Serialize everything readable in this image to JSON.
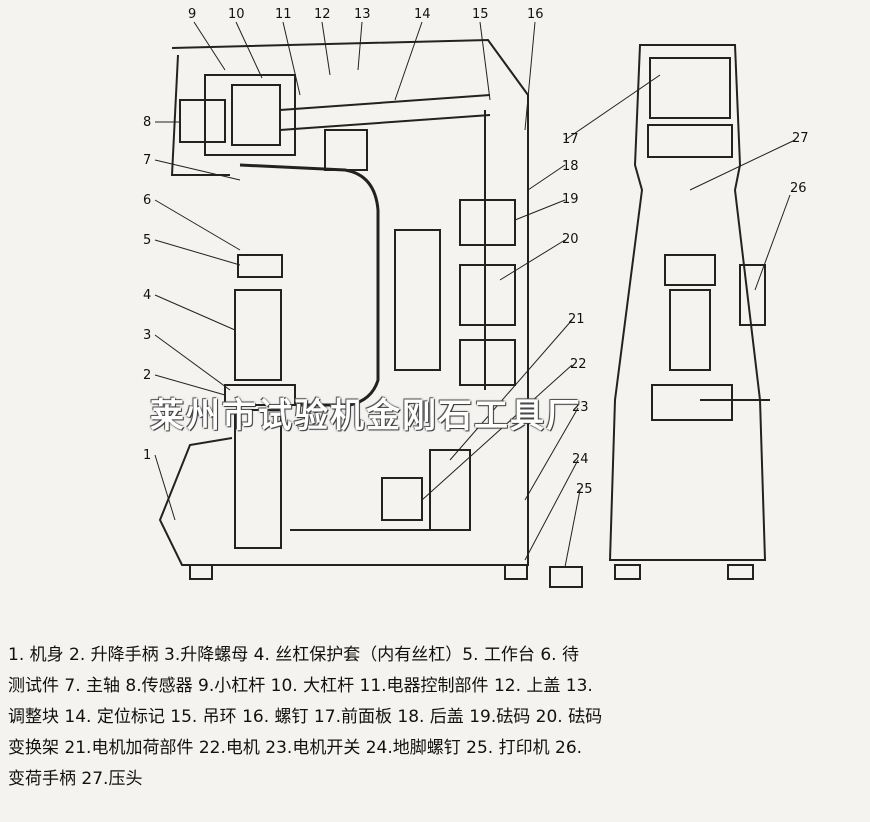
{
  "callouts": [
    "9",
    "10",
    "11",
    "12",
    "13",
    "14",
    "15",
    "16",
    "8",
    "7",
    "6",
    "5",
    "4",
    "3",
    "2",
    "1",
    "17",
    "18",
    "19",
    "20",
    "21",
    "22",
    "23",
    "24",
    "25",
    "27",
    "26"
  ],
  "watermark": "莱州市试验机金刚石工具厂",
  "legend": [
    "1.  机身  2.  升降手柄 3.升降螺母  4.  丝杠保护套（内有丝杠）5.  工作台 6.  待",
    "测试件 7.  主轴 8.传感器  9.小杠杆  10.  大杠杆 11.电器控制部件  12.  上盖 13.",
    "调整块  14.  定位标记 15.  吊环  16.  螺钉 17.前面板  18.  后盖 19.砝码  20.  砝码",
    "变换架  21.电机加荷部件  22.电机  23.电机开关  24.地脚螺钉  25.  打印机  26.",
    "变荷手柄  27.压头"
  ]
}
